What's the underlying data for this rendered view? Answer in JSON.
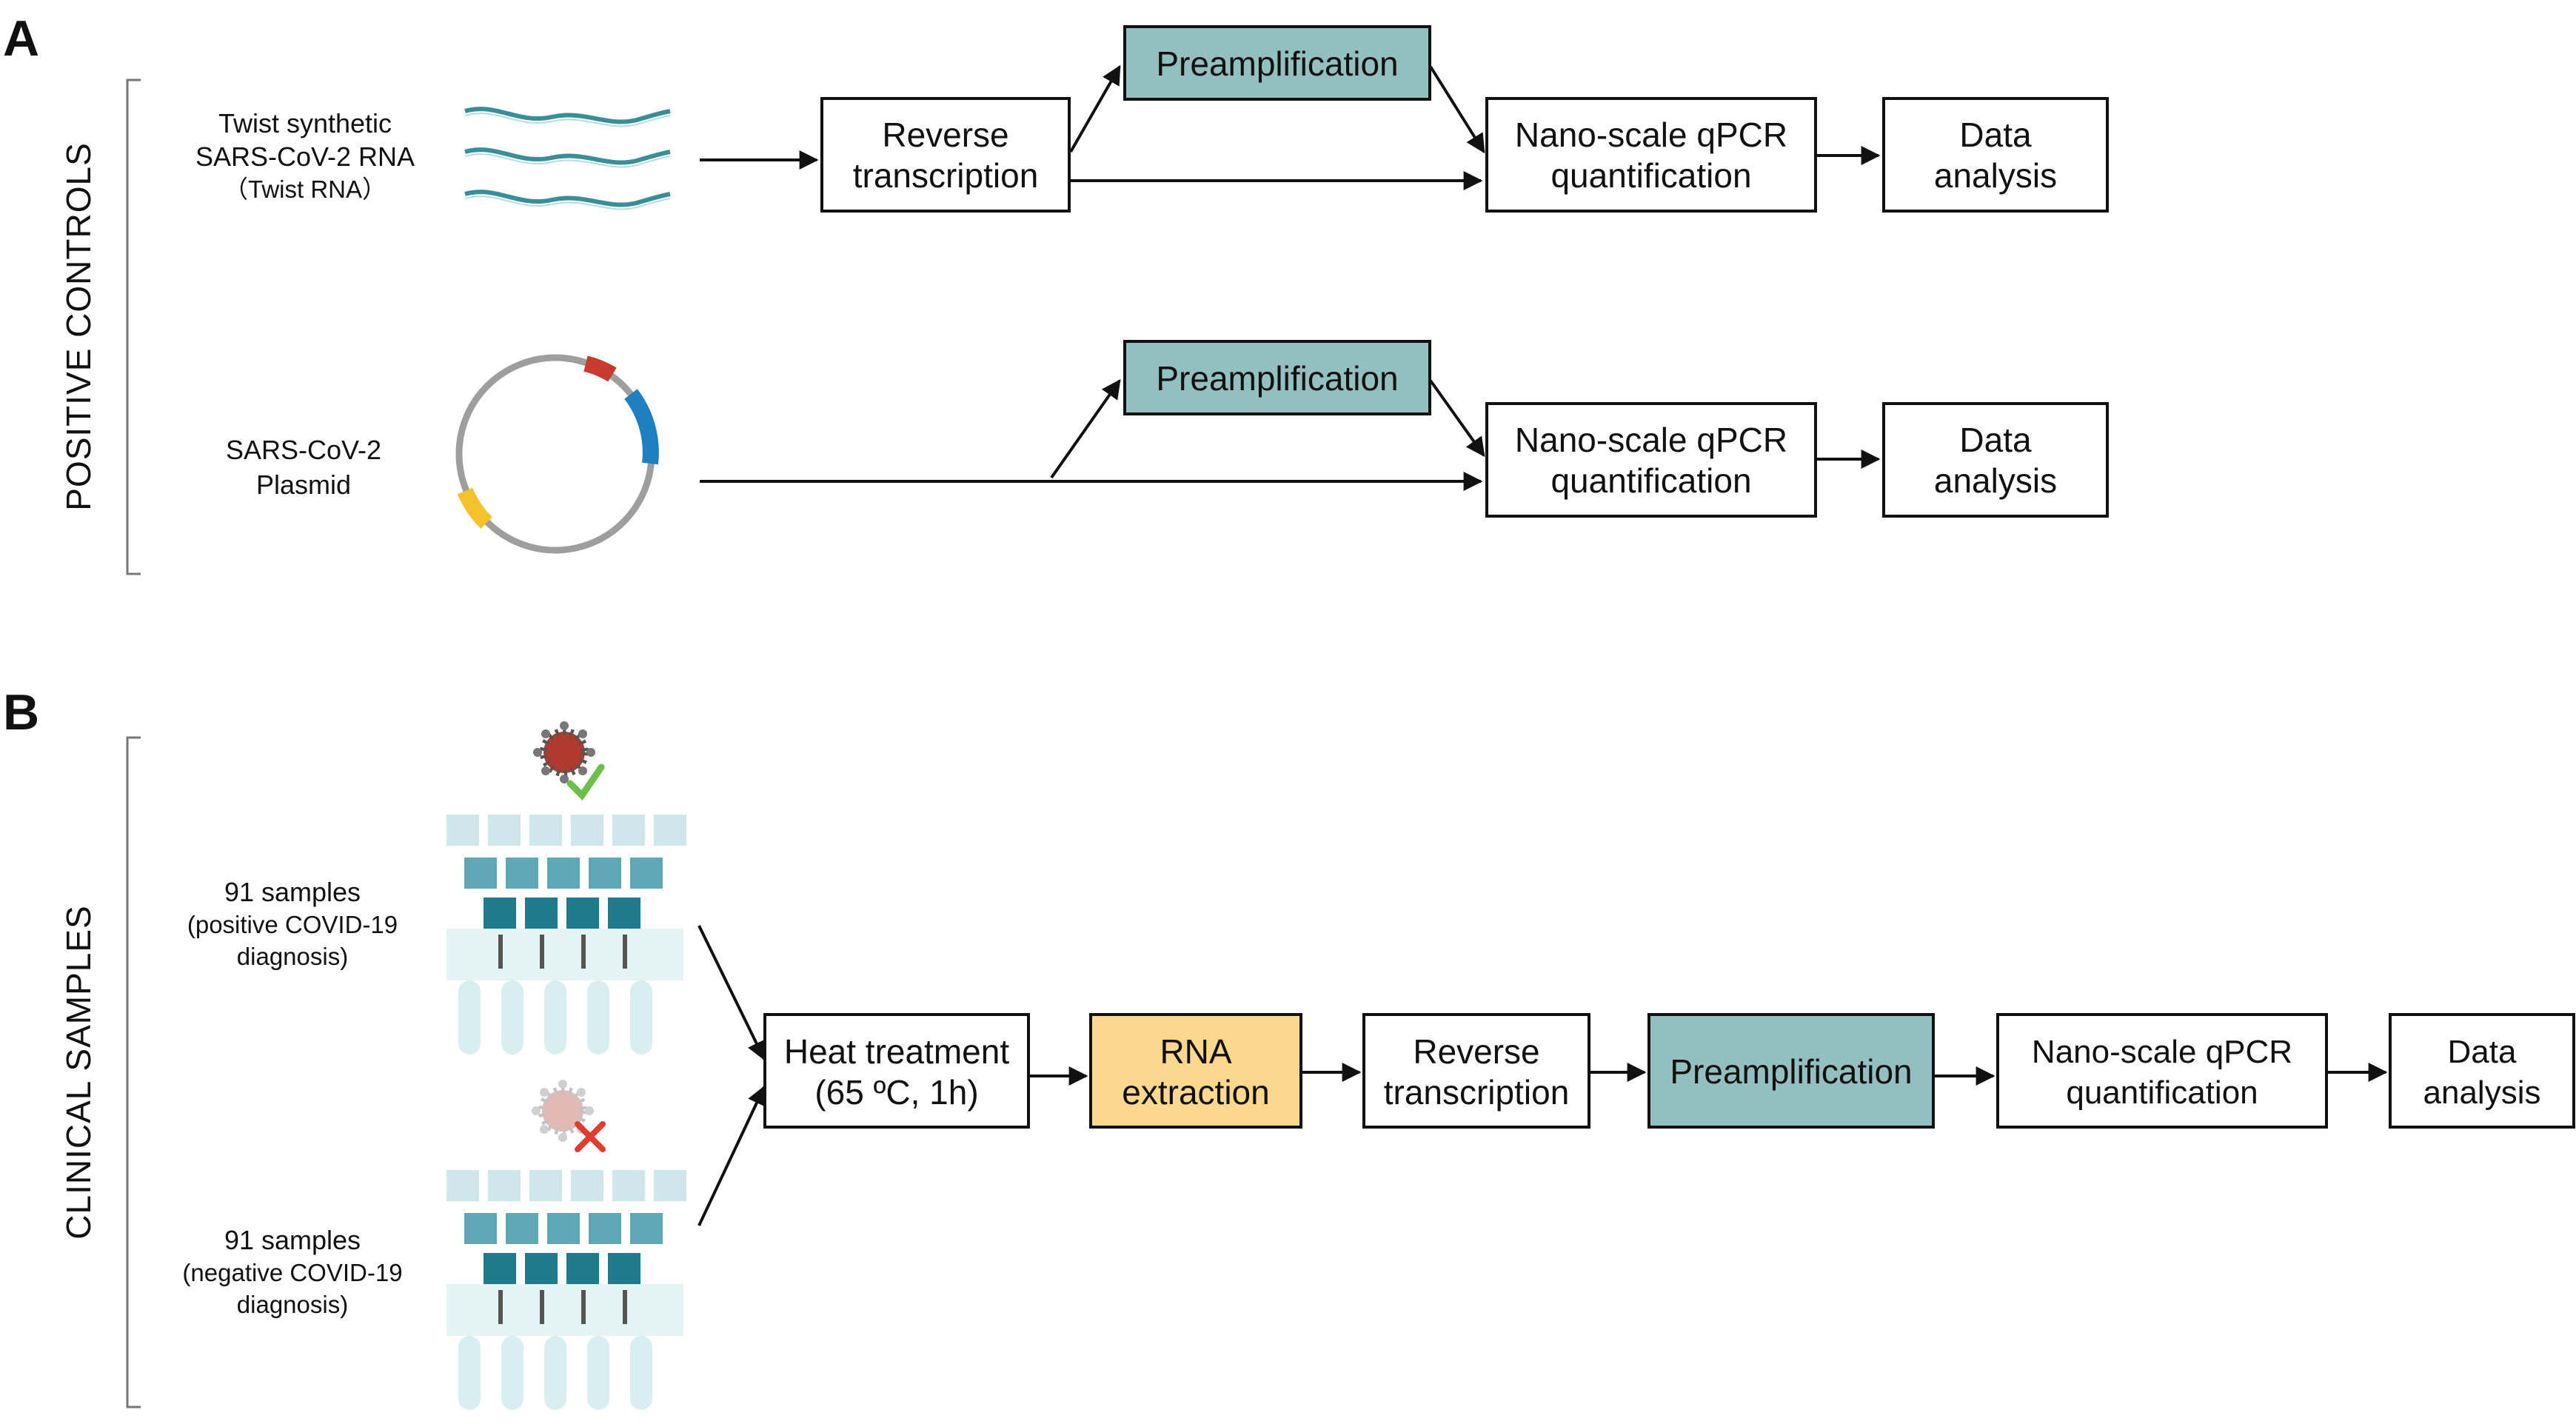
{
  "panels": {
    "a": "A",
    "b": "B"
  },
  "sections": {
    "positive_controls": "POSITIVE CONTROLS",
    "clinical_samples": "CLINICAL SAMPLES"
  },
  "sources": {
    "twist_l1": "Twist synthetic",
    "twist_l2": "SARS-CoV-2 RNA",
    "twist_l3": "（Twist RNA）",
    "plasmid_l1": "SARS-CoV-2",
    "plasmid_l2": "Plasmid",
    "pos_l1": "91 samples",
    "pos_l2": "(positive COVID-19",
    "pos_l3": "diagnosis)",
    "neg_l1": "91 samples",
    "neg_l2": "(negative COVID-19",
    "neg_l3": "diagnosis)"
  },
  "steps": {
    "reverse_l1": "Reverse",
    "reverse_l2": "transcription",
    "preamp": "Preamplification",
    "qpcr_l1": "Nano-scale qPCR",
    "qpcr_l2": "quantification",
    "data_l1": "Data",
    "data_l2": "analysis",
    "heat_l1": "Heat treatment",
    "heat_l2": "(65 ºC, 1h)",
    "rna_l1": "RNA",
    "rna_l2": "extraction"
  },
  "colors": {
    "preamp_fill": "#93bfc1",
    "rna_fill": "#fcd88f",
    "rna_wave": "#3a8e99",
    "plasmid_ring": "#9e9e9e",
    "plasmid_red": "#c63b2d",
    "plasmid_blue": "#1f7fc1",
    "plasmid_yellow": "#f5c22b",
    "tube_teal": "#1f7a8c",
    "check_green": "#6cbf48",
    "cross_red": "#e23c2f"
  },
  "icons": [
    "rna-strands-icon",
    "plasmid-icon",
    "virus-icon",
    "checkmark-icon",
    "cross-icon",
    "sample-tube-rack-icon"
  ]
}
